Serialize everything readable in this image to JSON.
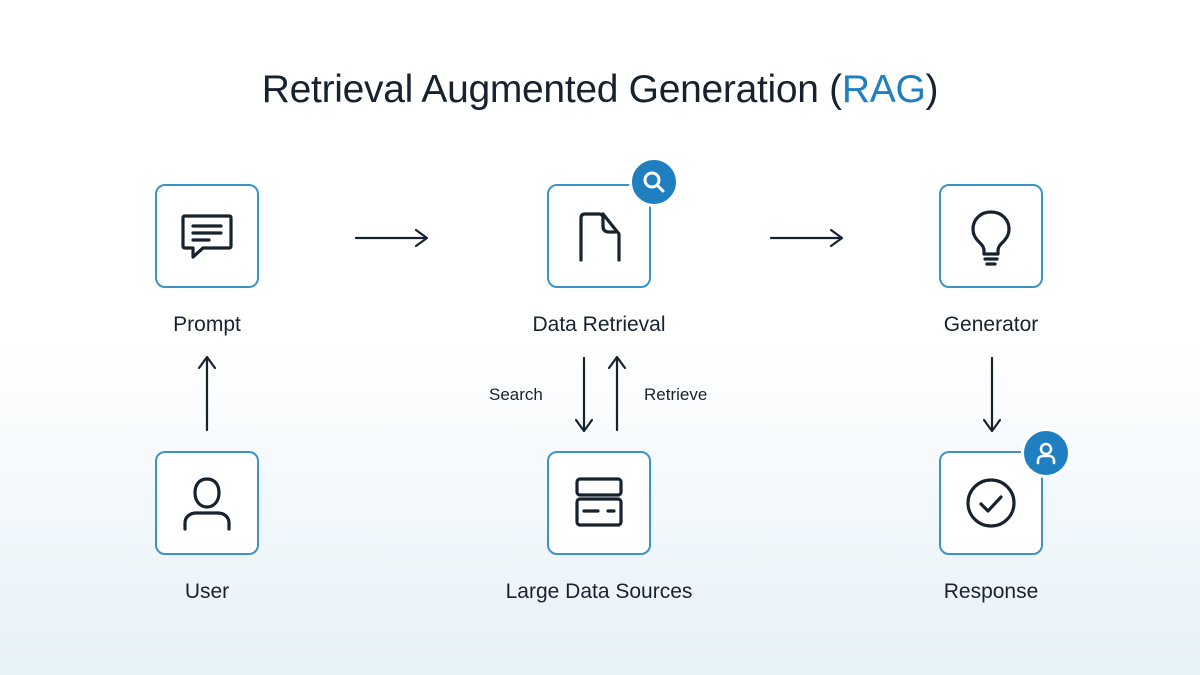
{
  "title": {
    "main": "Retrieval Augmented Generation (",
    "accent": "RAG",
    "close": ")"
  },
  "nodes": {
    "prompt": {
      "label": "Prompt",
      "icon": "chat-message-icon"
    },
    "data_retrieval": {
      "label": "Data Retrieval",
      "icon": "document-icon",
      "badge_icon": "search-icon"
    },
    "generator": {
      "label": "Generator",
      "icon": "lightbulb-icon"
    },
    "user": {
      "label": "User",
      "icon": "user-icon"
    },
    "large_data_sources": {
      "label": "Large Data Sources",
      "icon": "database-server-icon"
    },
    "response": {
      "label": "Response",
      "icon": "check-circle-icon",
      "badge_icon": "user-icon"
    }
  },
  "edges": {
    "search": "Search",
    "retrieve": "Retrieve"
  },
  "colors": {
    "accent": "#1f7fc0",
    "node_border": "#3d93c9",
    "ink": "#16232f",
    "background_bottom": "#e6f1f8"
  }
}
